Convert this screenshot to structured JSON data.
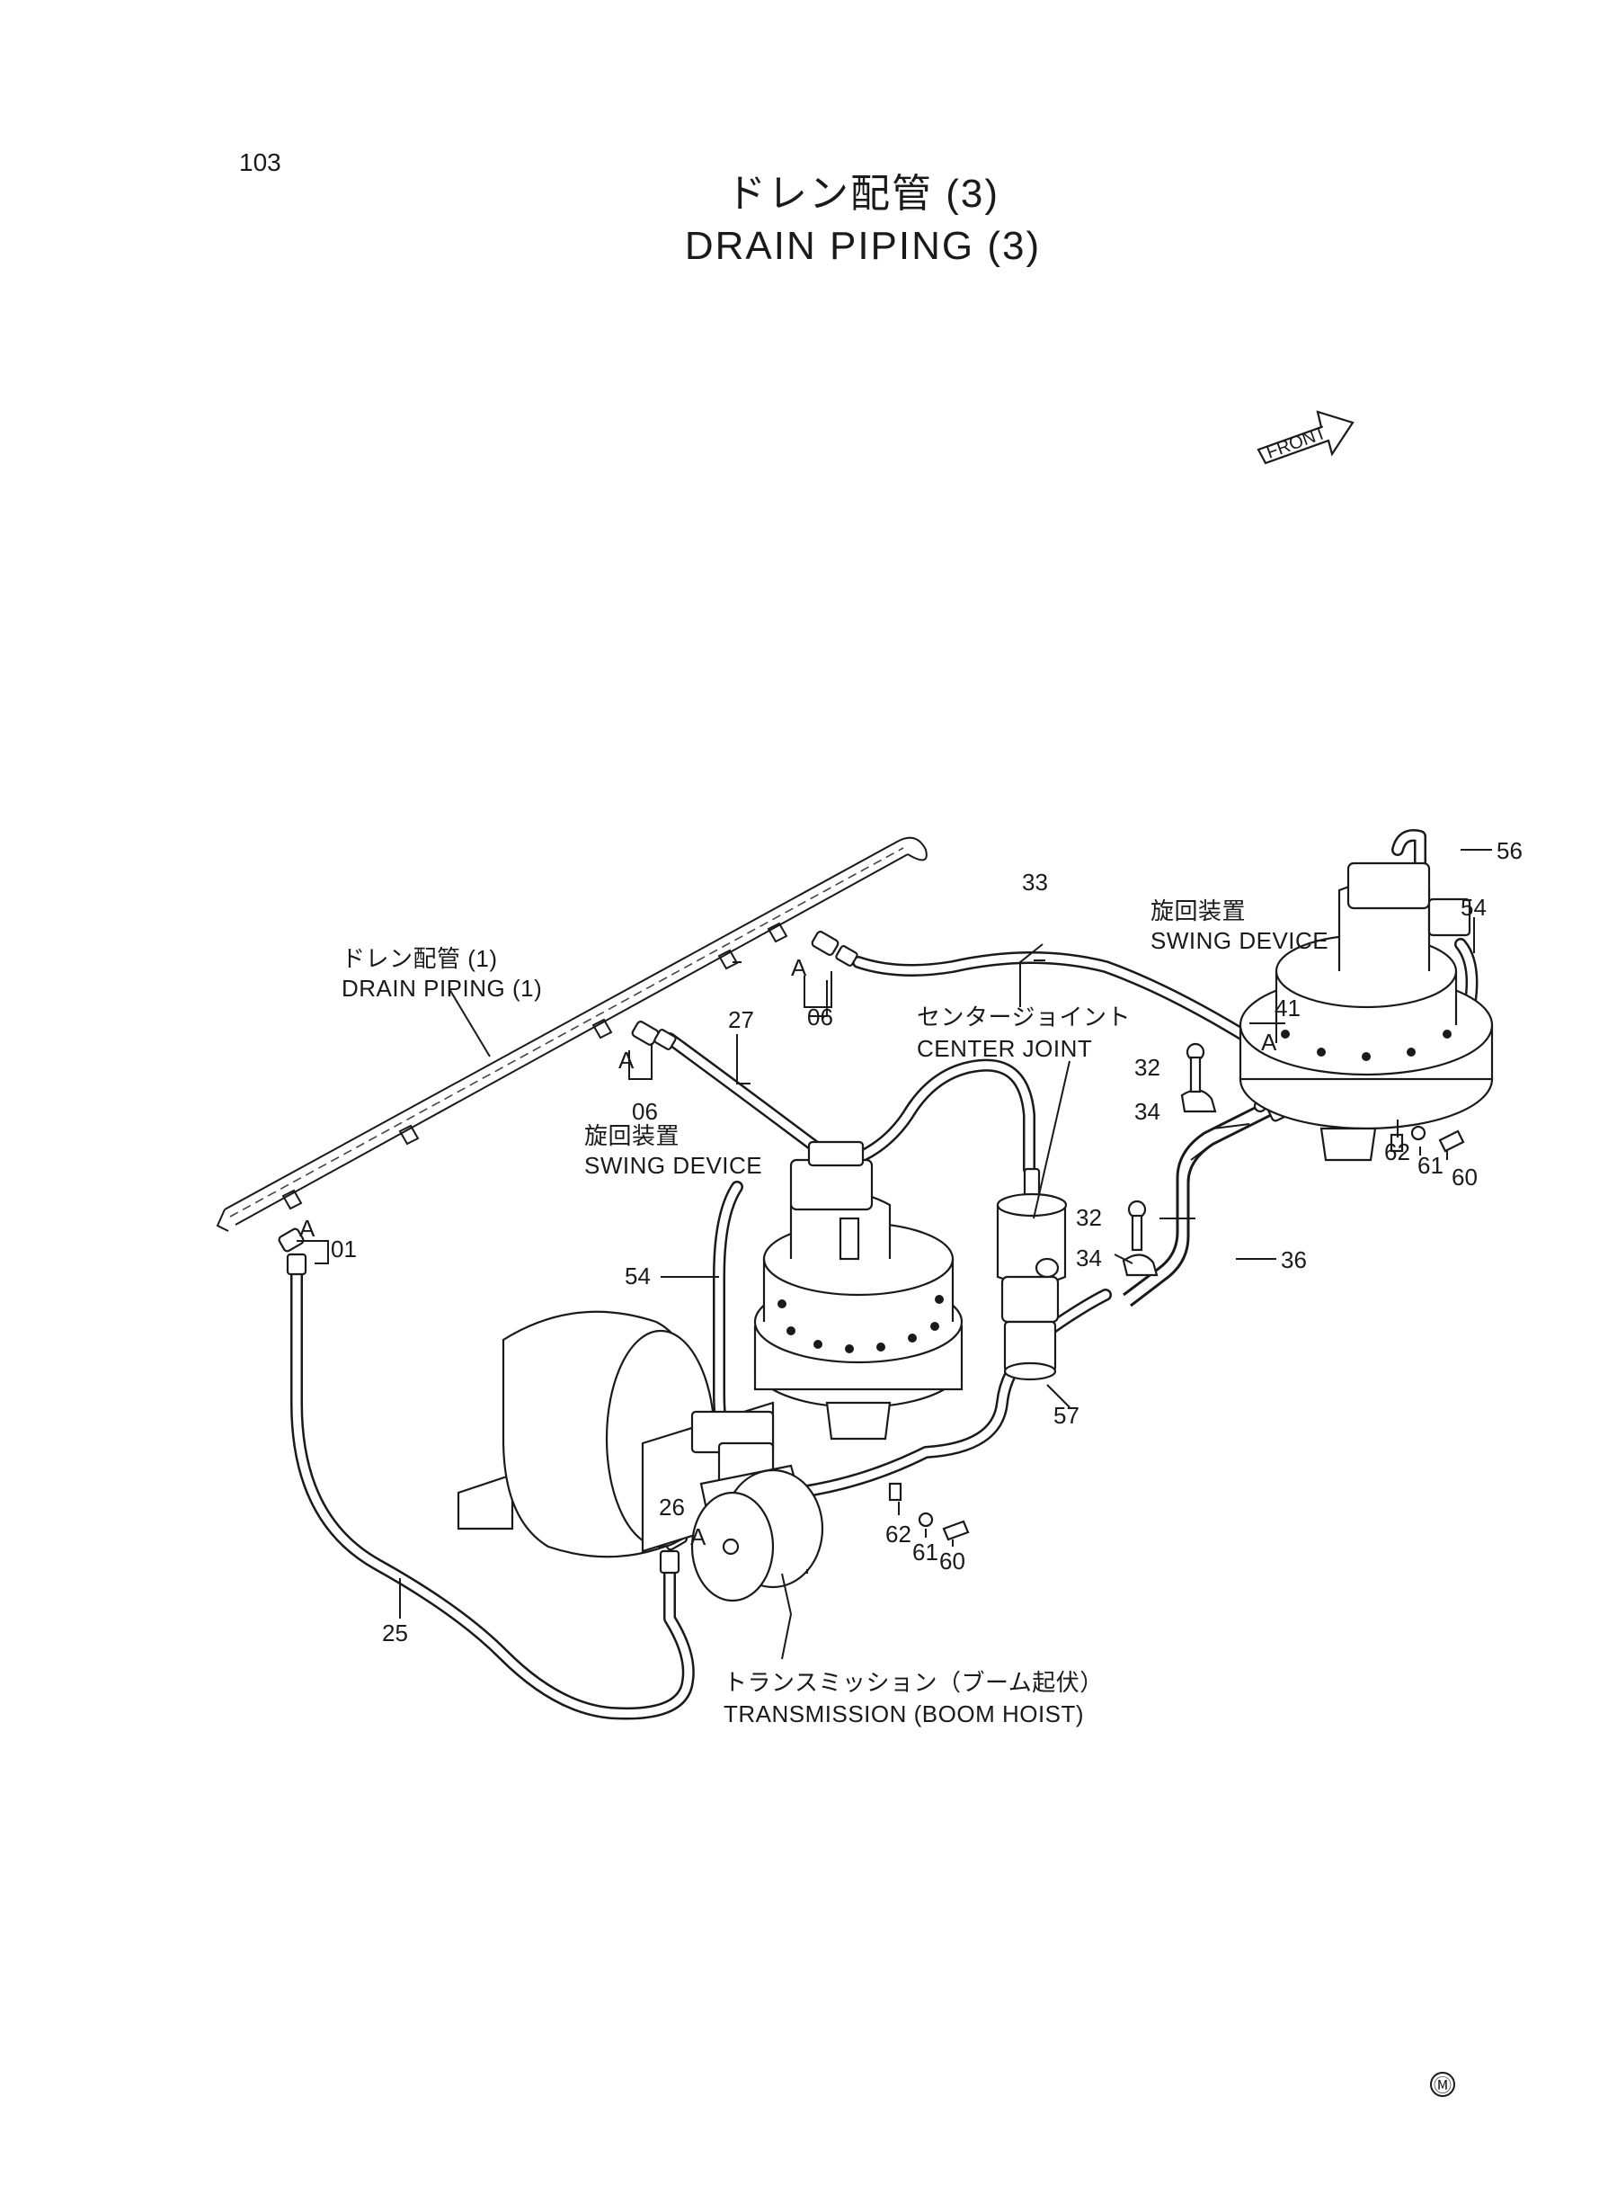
{
  "page": {
    "number": "103"
  },
  "title": {
    "jp": "ドレン配管 (3)",
    "en": "DRAIN PIPING (3)"
  },
  "front_label": "FRONT",
  "footer_mark": "Ⓜ",
  "callouts": {
    "drain_piping_1_jp": "ドレン配管 (1)",
    "drain_piping_1_en": "DRAIN PIPING (1)",
    "swing_device_left_jp": "旋回装置",
    "swing_device_left_en": "SWING DEVICE",
    "swing_device_right_jp": "旋回装置",
    "swing_device_right_en": "SWING DEVICE",
    "center_joint_jp": "センタージョイント",
    "center_joint_en": "CENTER JOINT",
    "transmission_jp": "トランスミッション（ブーム起伏）",
    "transmission_en": "TRANSMISSION (BOOM HOIST)"
  },
  "part_numbers": {
    "p01": "01",
    "p06a": "06",
    "p06b": "06",
    "p25": "25",
    "p26": "26",
    "p27": "27",
    "p32a": "32",
    "p32b": "32",
    "p33": "33",
    "p34a": "34",
    "p34b": "34",
    "p36": "36",
    "p41": "41",
    "p54a": "54",
    "p54b": "54",
    "p56": "56",
    "p57": "57",
    "p60a": "60",
    "p60b": "60",
    "p61a": "61",
    "p61b": "61",
    "p62a": "62",
    "p62b": "62"
  },
  "markers": {
    "a1": "A",
    "a2": "A",
    "a3": "A",
    "a4": "A",
    "a5": "A"
  }
}
